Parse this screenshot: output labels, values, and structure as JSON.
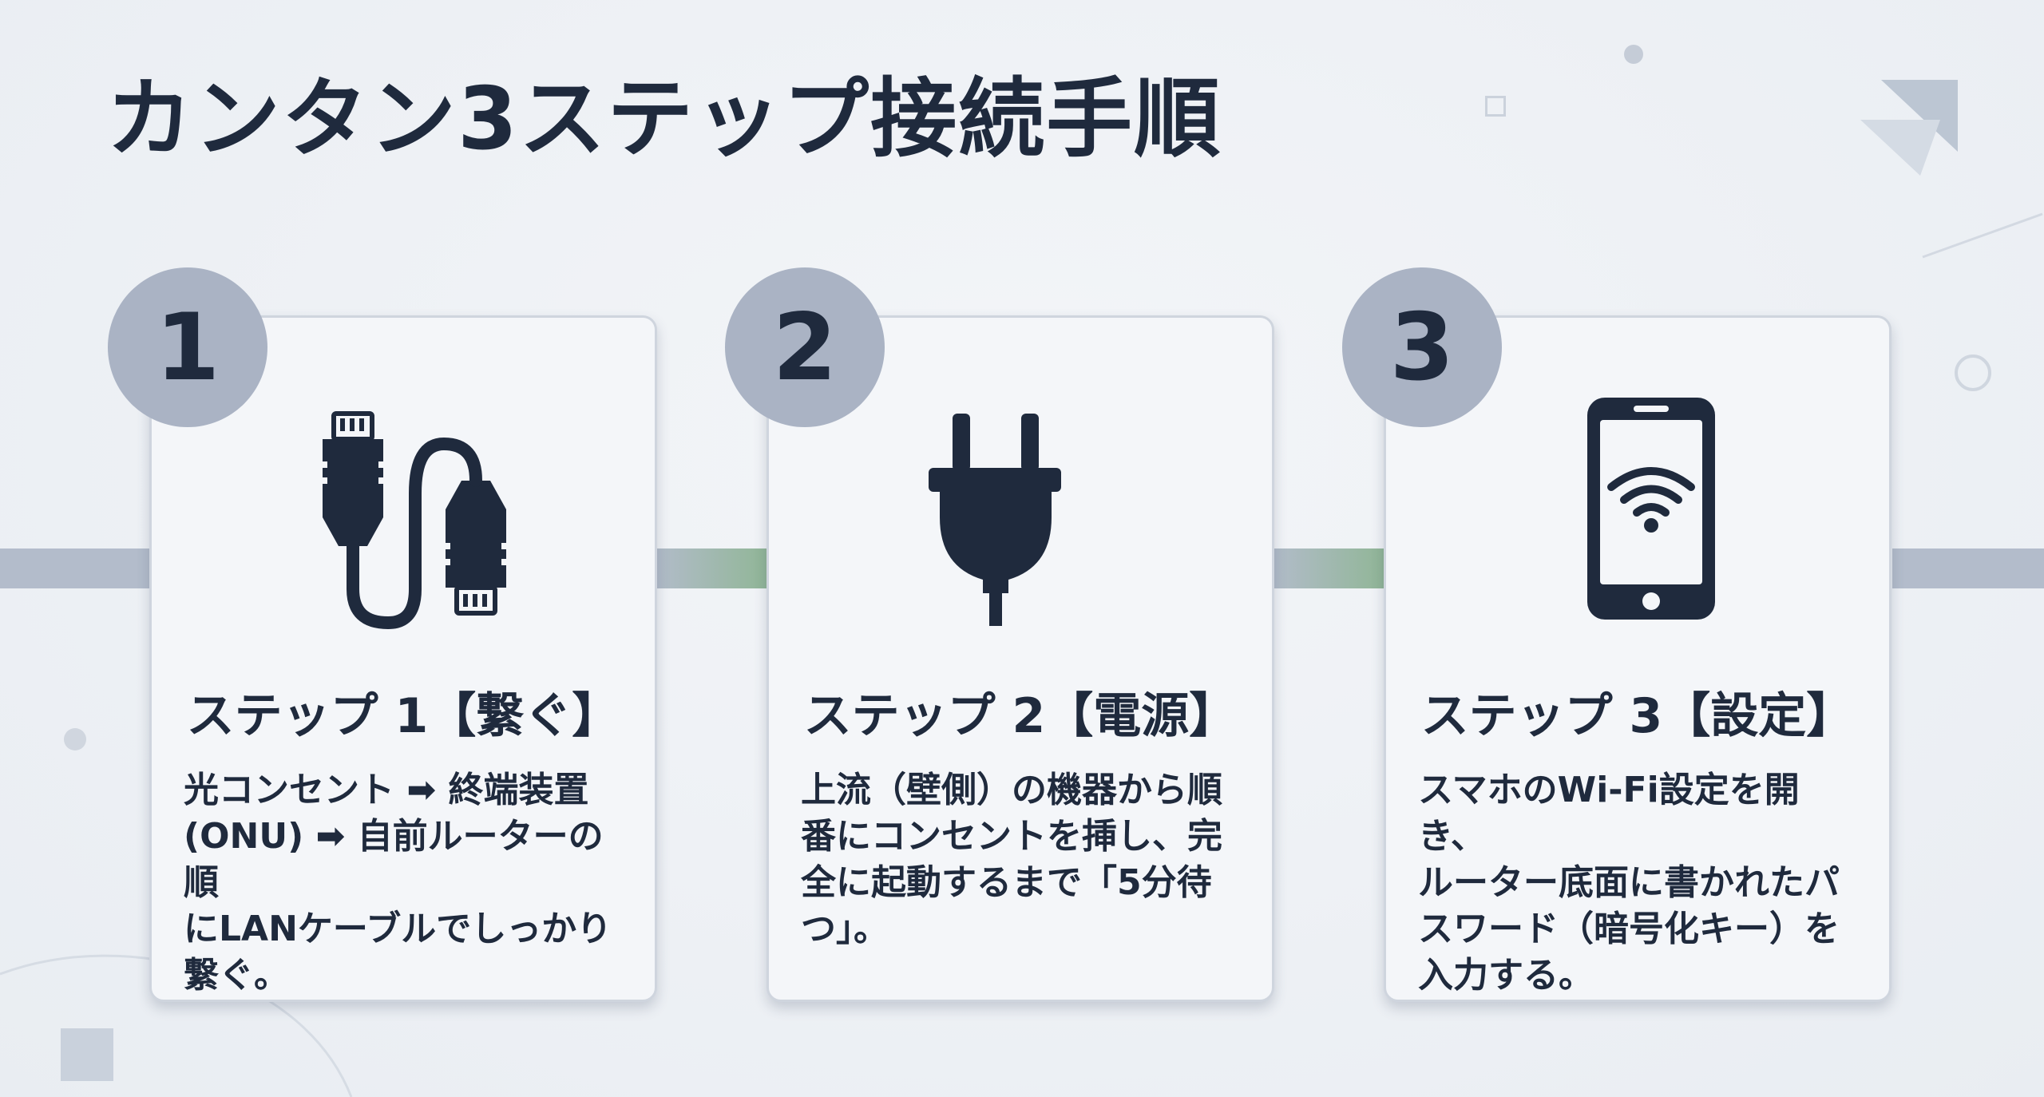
{
  "title": "カンタン3ステップ接続手順",
  "steps": [
    {
      "number": "1",
      "label": "ステップ 1【繋ぐ】",
      "desc_lines": [
        "光コンセント ➡ 終端装置",
        "(ONU) ➡ 自前ルーターの順",
        "にLANケーブルでしっかり",
        "繋ぐ。"
      ],
      "icon": "ethernet-cable-icon"
    },
    {
      "number": "2",
      "label": "ステップ 2【電源】",
      "desc_lines": [
        "上流（壁側）の機器から順",
        "番にコンセントを挿し、完",
        "全に起動するまで「5分待",
        "つ」。"
      ],
      "icon": "power-plug-icon"
    },
    {
      "number": "3",
      "label": "ステップ 3【設定】",
      "desc_lines": [
        "スマホのWi-Fi設定を開き、",
        "ルーター底面に書かれたパ",
        "スワード（暗号化キー）を",
        "入力する。"
      ],
      "icon": "smartphone-wifi-icon"
    }
  ],
  "colors": {
    "background": "#eef1f5",
    "card": "#f4f6f9",
    "badge": "#aab3c4",
    "text": "#1f2a3d",
    "connector": "#b3bccb",
    "arrow": "#66a86c",
    "icon": "#1f2a3d"
  }
}
